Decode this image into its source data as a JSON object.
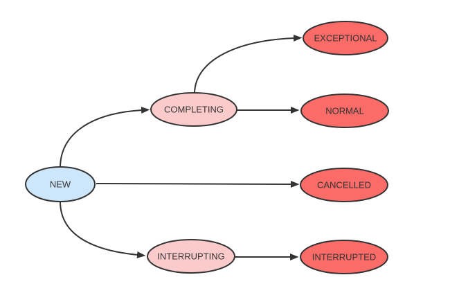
{
  "diagram": {
    "type": "state-diagram",
    "background_color": "#ffffff",
    "stroke_color": "#333333",
    "text_color": "#333333",
    "nodes": [
      {
        "id": "new",
        "label": "NEW",
        "fill": "#cde6f9"
      },
      {
        "id": "completing",
        "label": "COMPLETING",
        "fill": "#fbcbcb"
      },
      {
        "id": "interrupting",
        "label": "INTERRUPTING",
        "fill": "#fbcbcb"
      },
      {
        "id": "exceptional",
        "label": "EXCEPTIONAL",
        "fill": "#fb6c69"
      },
      {
        "id": "normal",
        "label": "NORMAL",
        "fill": "#fb6c69"
      },
      {
        "id": "cancelled",
        "label": "CANCELLED",
        "fill": "#fb6c69"
      },
      {
        "id": "interrupted",
        "label": "INTERRUPTED",
        "fill": "#fb6c69"
      }
    ],
    "edges": [
      {
        "from": "NEW",
        "to": "COMPLETING"
      },
      {
        "from": "COMPLETING",
        "to": "EXCEPTIONAL"
      },
      {
        "from": "COMPLETING",
        "to": "NORMAL"
      },
      {
        "from": "NEW",
        "to": "CANCELLED"
      },
      {
        "from": "NEW",
        "to": "INTERRUPTING"
      },
      {
        "from": "INTERRUPTING",
        "to": "INTERRUPTED"
      }
    ]
  }
}
